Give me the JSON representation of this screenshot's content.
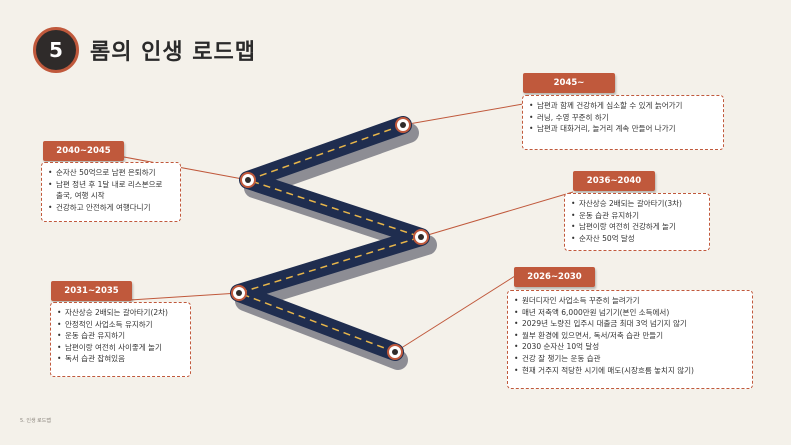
{
  "header": {
    "number": "5",
    "title": "롬의 인생 로드맵"
  },
  "footer": {
    "text": "5. 인생 로드맵"
  },
  "colors": {
    "accent": "#c0593c",
    "road": "#1f2d4f",
    "background": "#f4f1ea",
    "badge_bg": "#2f2b2a"
  },
  "milestones": [
    {
      "period": "2045~",
      "items": [
        "남편과 함께 건강하게 심소할 수 있게 늙어가기",
        "러닝, 수영 꾸준히 하기",
        "남편과 대화거리, 놀거리 계속 만들어 나가기"
      ]
    },
    {
      "period": "2040~2045",
      "items": [
        "순자산 50억으로 남편 은퇴하기",
        "남편 정년 후 1달 내로 리스본으로",
        "출국, 여행 시작",
        "건강하고 안전하게 여행다니기"
      ]
    },
    {
      "period": "2036~2040",
      "items": [
        "자산상승 2배되는 갈아타기(3차)",
        "운동 습관 유지하기",
        "남편이랑 여전히 건강하게 놀기",
        "순자산 50억 달성"
      ]
    },
    {
      "period": "2031~2035",
      "items": [
        "자산상승 2배되는 갈아타기(2차)",
        "안정적인 사업소득 유지하기",
        "운동 습관 유지하기",
        "남편이랑 여전히 사이좋게 놀기",
        "독서 습관 잡혀있음"
      ]
    },
    {
      "period": "2026~2030",
      "items": [
        "원더디자인 사업소득 꾸준히 늘려가기",
        "매년 저축액 6,000만원 넘기기(본인 소득에서)",
        "2029년 노량진 입주시 대출금 최대 3억 넘기지 않기",
        "월부 환경에 있으면서, 독서/저축 습관 만들기",
        "2030 순자산 10억 달성",
        "건강 잘 챙기는 운동 습관",
        "현재 거주지 적당한 시기에 매도(시장흐름 놓치지 않기)"
      ]
    }
  ]
}
